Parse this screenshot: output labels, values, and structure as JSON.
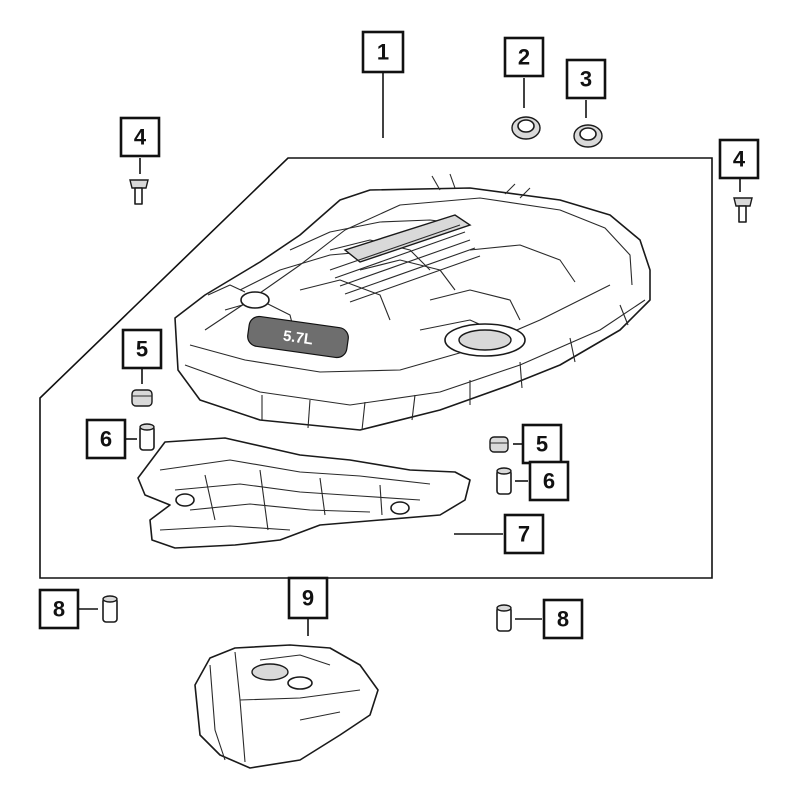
{
  "callouts": [
    {
      "id": "c1",
      "label": "1"
    },
    {
      "id": "c2",
      "label": "2"
    },
    {
      "id": "c3",
      "label": "3"
    },
    {
      "id": "c4a",
      "label": "4"
    },
    {
      "id": "c4b",
      "label": "4"
    },
    {
      "id": "c5a",
      "label": "5"
    },
    {
      "id": "c5b",
      "label": "5"
    },
    {
      "id": "c6a",
      "label": "6"
    },
    {
      "id": "c6b",
      "label": "6"
    },
    {
      "id": "c7",
      "label": "7"
    },
    {
      "id": "c8a",
      "label": "8"
    },
    {
      "id": "c8b",
      "label": "8"
    },
    {
      "id": "c9",
      "label": "9"
    }
  ],
  "engine_cover_emblem": "5.7L"
}
